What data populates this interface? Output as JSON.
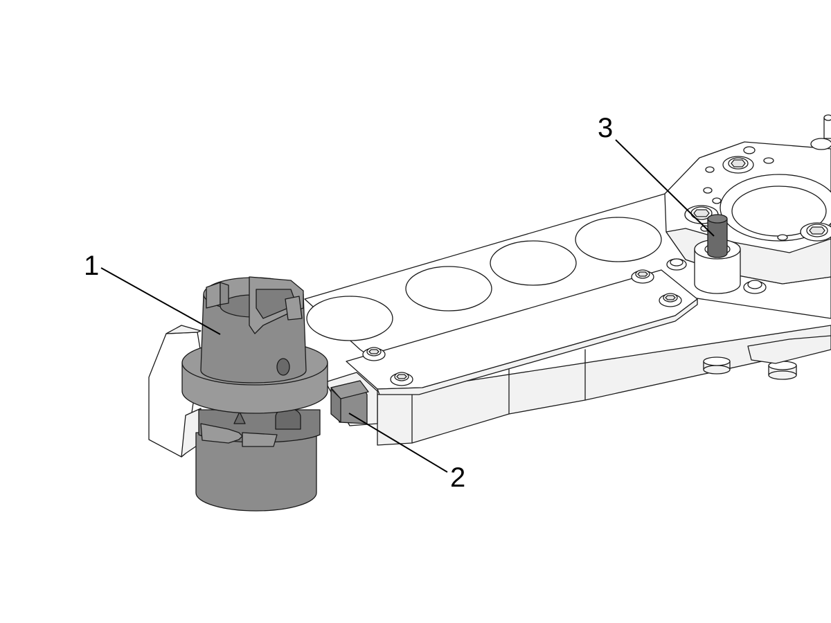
{
  "callouts": [
    {
      "id": "1",
      "label": "1"
    },
    {
      "id": "2",
      "label": "2"
    },
    {
      "id": "3",
      "label": "3"
    }
  ],
  "colors": {
    "part_grey": "#8c8c8c",
    "line": "#1a1a1a",
    "background": "#ffffff"
  }
}
